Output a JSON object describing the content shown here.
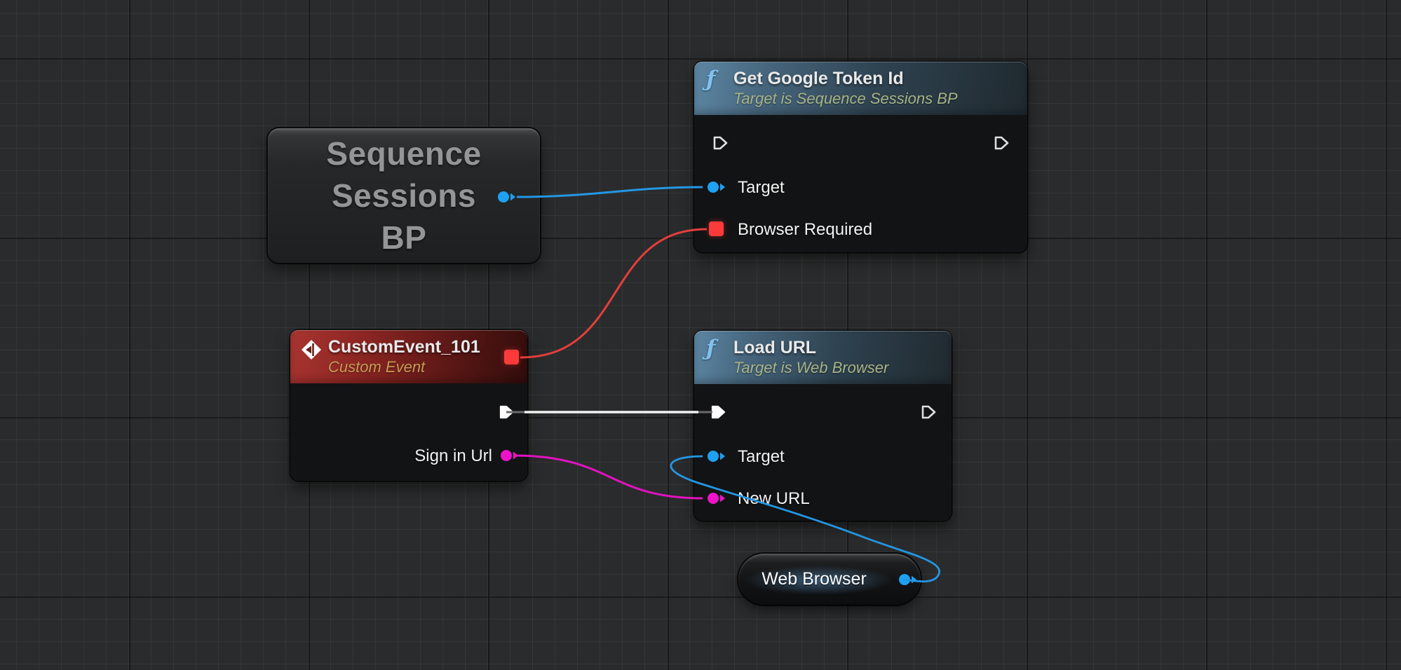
{
  "app": "unreal-blueprint-graph",
  "icons": {
    "function_icon_glyph": "ƒ",
    "event_icon_name": "custom-event-diamond-icon",
    "exec_pin_name": "exec-arrow-pin",
    "data_pin_name": "data-circle-pin"
  },
  "colors": {
    "background": "#2a2b2c",
    "grid_minor": "#353639",
    "grid_major": "#1a1b1c",
    "function_header": "#54809d",
    "event_header": "#9c2a26",
    "exec_wire": "#ececec",
    "object_pin_blue": "#1ea0f3",
    "string_pin_magenta": "#ee12c8",
    "bool_delegate_red": "#fb3a3a",
    "subtitle_olive": "#a9b488",
    "subtitle_gold": "#c89c55",
    "variable_text_gray": "#949596"
  },
  "nodes": {
    "sequence_sessions": {
      "lines": [
        "Sequence",
        "Sessions",
        "BP"
      ]
    },
    "get_google_token": {
      "title": "Get Google Token Id",
      "subtitle": "Target is Sequence Sessions BP",
      "pins": {
        "target": "Target",
        "browser_required": "Browser Required"
      }
    },
    "custom_event": {
      "title": "CustomEvent_101",
      "subtitle": "Custom Event",
      "pins": {
        "sign_in_url": "Sign in Url"
      }
    },
    "load_url": {
      "title": "Load URL",
      "subtitle": "Target is Web Browser",
      "pins": {
        "target": "Target",
        "new_url": "New URL"
      }
    },
    "web_browser": {
      "label": "Web Browser"
    }
  }
}
